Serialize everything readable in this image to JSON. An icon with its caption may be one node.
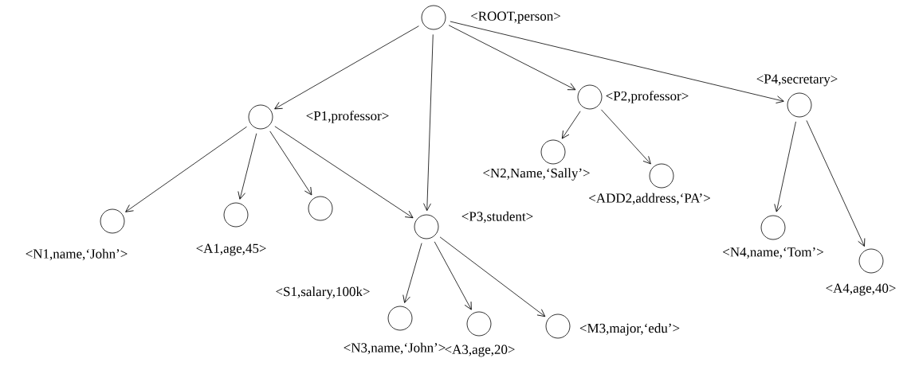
{
  "diagram": {
    "nodes": [
      {
        "text": [
          "<ROOT,person>"
        ]
      },
      {
        "text": [
          "<P1,professor>"
        ]
      },
      {
        "text": [
          "<P3,student>"
        ]
      },
      {
        "text": [
          "<P2,professor>"
        ]
      },
      {
        "text": [
          "<P4,secretary>"
        ]
      },
      {
        "text": [
          "<N1,name,‘John’>"
        ]
      },
      {
        "text": [
          "<A1,age,45>"
        ]
      },
      {
        "text": [],
        "shape": "circle"
      },
      {
        "text": [
          "<N2,Name,‘Sally’>"
        ]
      },
      {
        "text": [
          "<ADD2,address,‘PA’>"
        ]
      },
      {
        "text": [
          "<N4,name,‘Tom’>"
        ]
      },
      {
        "text": [
          "<A4,age,40>"
        ]
      },
      {
        "text": [
          "<N3,name,‘John’>"
        ]
      },
      {
        "text": [
          "<A3,age,20>"
        ]
      },
      {
        "text": [
          "<M3,major,‘edu’>"
        ]
      }
    ],
    "edges": [
      {
        "from": 0,
        "to": 1,
        "arrow": "to"
      },
      {
        "from": 0,
        "to": 2,
        "arrow": "to"
      },
      {
        "from": 0,
        "to": 3,
        "arrow": "to"
      },
      {
        "from": 0,
        "to": 4,
        "arrow": "to"
      },
      {
        "from": 1,
        "to": 5,
        "arrow": "to"
      },
      {
        "from": 1,
        "to": 6,
        "arrow": "to"
      },
      {
        "from": 1,
        "to": 7,
        "arrow": "to"
      },
      {
        "from": 1,
        "to": 2,
        "arrow": "to"
      },
      {
        "from": 3,
        "to": 8,
        "arrow": "to"
      },
      {
        "from": 3,
        "to": 9,
        "arrow": "to"
      },
      {
        "from": 4,
        "to": 10,
        "arrow": "to"
      },
      {
        "from": 4,
        "to": 11,
        "arrow": "to"
      },
      {
        "from": 2,
        "to": 12,
        "arrow": "to"
      },
      {
        "from": 2,
        "to": 13,
        "arrow": "to"
      },
      {
        "from": 2,
        "to": 14,
        "arrow": "to"
      }
    ],
    "labels": [
      "<S1,salary,100k>"
    ]
  }
}
